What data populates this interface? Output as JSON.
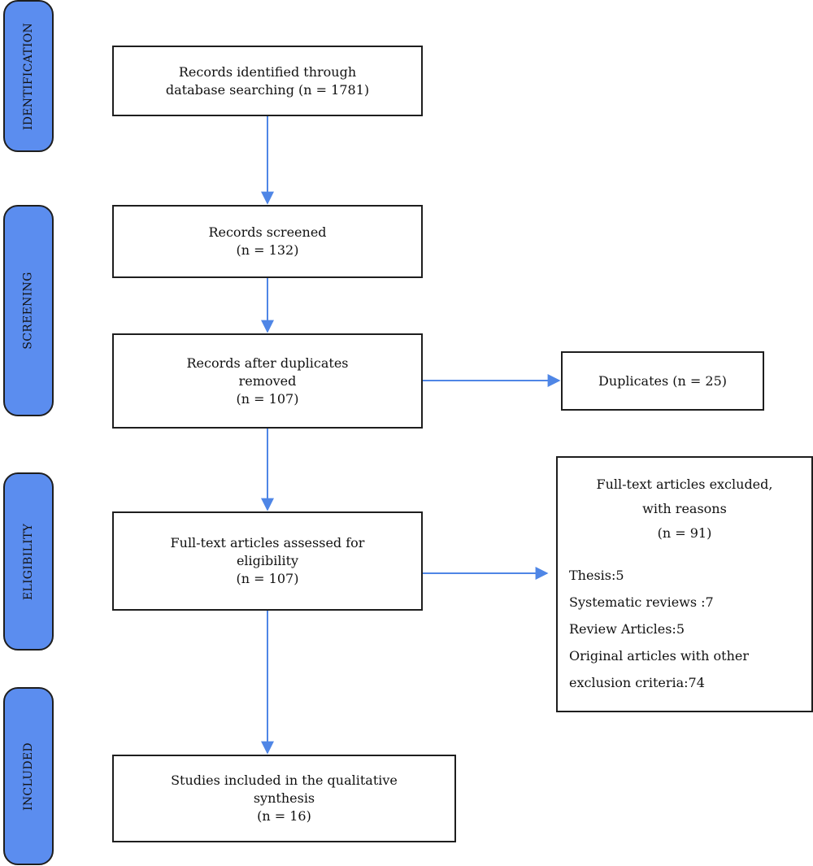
{
  "phases": {
    "identification": "IDENTIFICATION",
    "screening": "SCREENING",
    "eligibility": "ELIGIBILITY",
    "included": "INCLUDED"
  },
  "boxes": {
    "identified": {
      "line1": "Records identified through",
      "line2": "database searching (n = 1781)"
    },
    "screened": {
      "line1": "Records screened",
      "line2": "(n = 132)"
    },
    "after_duplicates": {
      "line1": "Records after duplicates",
      "line2": "removed",
      "line3": "(n = 107)"
    },
    "duplicates": {
      "line1": "Duplicates (n = 25)"
    },
    "assessed": {
      "line1": "Full-text articles assessed for",
      "line2": "eligibility",
      "line3": "(n = 107)"
    },
    "included": {
      "line1": "Studies included in the qualitative",
      "line2": "synthesis",
      "line3": "(n = 16)"
    }
  },
  "excluded": {
    "head_line1": "Full-text articles excluded,",
    "head_line2": "with reasons",
    "head_line3": "(n = 91)",
    "reasons": [
      "Thesis:5",
      "Systematic reviews :7",
      "Review Articles:5",
      "Original articles with other",
      "exclusion criteria:74"
    ]
  },
  "colors": {
    "phase_fill": "#5b8def",
    "arrow": "#4f86e6",
    "border": "#1e1e1e"
  }
}
